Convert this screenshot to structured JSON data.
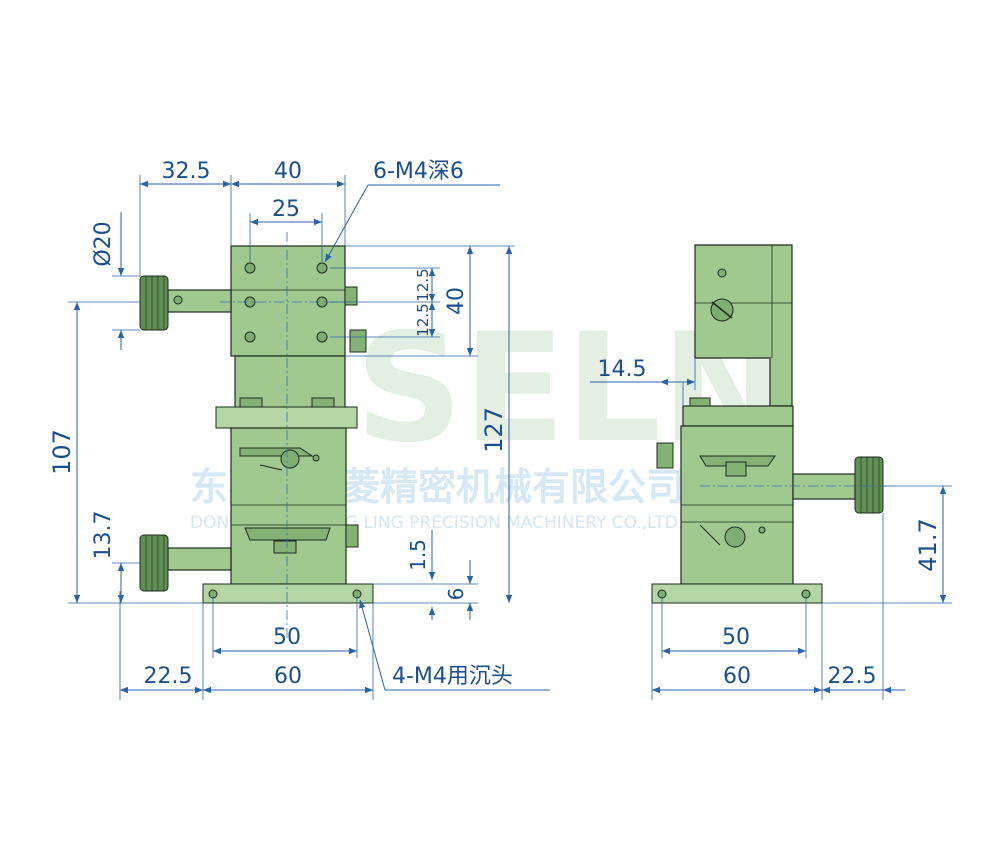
{
  "watermark": {
    "brand": "SELN",
    "company_cn": "东莞市盛菱精密机械有限公司",
    "company_en": "DONGGUAN SHENG LING PRECISION MACHINERY CO.,LTD."
  },
  "front_view": {
    "dims": {
      "top_left_offset": "32.5",
      "top_width": "40",
      "hole_spacing": "25",
      "thread_note": "6-M4深6",
      "knob_dia": "Ø20",
      "hole_pitch_a": "12.5",
      "hole_pitch_b": "12.5",
      "hole_span": "40",
      "center_height": "107",
      "total_height": "127",
      "knob_height": "13.7",
      "gap": "1.5",
      "base_thickness": "6",
      "base_hole_spacing": "50",
      "base_width": "60",
      "knob_offset": "22.5",
      "counterbore_note": "4-M4用沉头"
    }
  },
  "side_view": {
    "dims": {
      "top_offset": "14.5",
      "knob_height": "41.7",
      "base_hole_spacing": "50",
      "base_width": "60",
      "knob_offset": "22.5"
    }
  },
  "colors": {
    "dimension": "#2a62a8",
    "part_body": "#9fc98f",
    "outline": "#1e2a1e"
  }
}
